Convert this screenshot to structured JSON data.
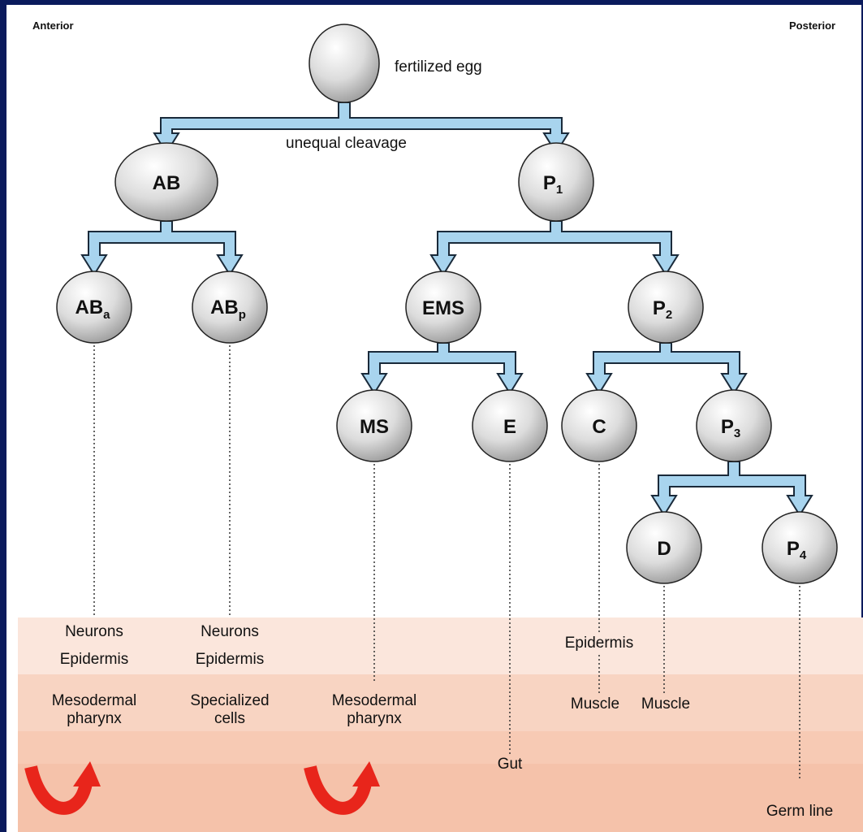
{
  "corners": {
    "anterior": "Anterior",
    "posterior": "Posterior"
  },
  "egg": {
    "label": "fertilized egg"
  },
  "cleavage": {
    "label": "unequal cleavage"
  },
  "cells": {
    "AB": {
      "main": "AB",
      "sub": ""
    },
    "P1": {
      "main": "P",
      "sub": "1"
    },
    "ABa": {
      "main": "AB",
      "sub": "a"
    },
    "ABp": {
      "main": "AB",
      "sub": "p"
    },
    "EMS": {
      "main": "EMS",
      "sub": ""
    },
    "P2": {
      "main": "P",
      "sub": "2"
    },
    "MS": {
      "main": "MS",
      "sub": ""
    },
    "E": {
      "main": "E",
      "sub": ""
    },
    "C": {
      "main": "C",
      "sub": ""
    },
    "P3": {
      "main": "P",
      "sub": "3"
    },
    "D": {
      "main": "D",
      "sub": ""
    },
    "P4": {
      "main": "P",
      "sub": "4"
    }
  },
  "fates": {
    "aba_neurons": "Neurons",
    "aba_epidermis": "Epidermis",
    "aba_meso_1": "Mesodermal",
    "aba_meso_2": "pharynx",
    "abp_neurons": "Neurons",
    "abp_epidermis": "Epidermis",
    "abp_spec_1": "Specialized",
    "abp_spec_2": "cells",
    "ms_meso_1": "Mesodermal",
    "ms_meso_2": "pharynx",
    "e_gut": "Gut",
    "c_epidermis": "Epidermis",
    "c_muscle": "Muscle",
    "d_muscle": "Muscle",
    "p4_germ": "Germ line"
  },
  "colors": {
    "arrow_fill": "#a8d4ee",
    "arrow_stroke": "#1a2a3a",
    "band_light": "#fbe6dc",
    "band_mid": "#f8d4c2",
    "band_dark": "#f5c2aa",
    "induction_arrow": "#e8251b"
  }
}
